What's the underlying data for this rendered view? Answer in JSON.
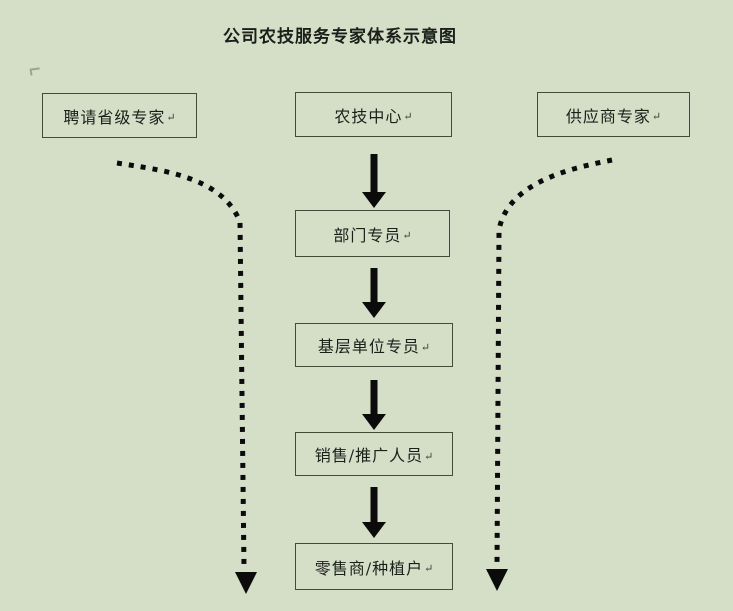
{
  "title": "公司农技服务专家体系示意图",
  "return_mark": "↵",
  "colors": {
    "background": "#d5dfc8",
    "box_border": "#434a3e",
    "text": "#1c1e1a",
    "arrow": "#0b0b0b"
  },
  "boxes": {
    "left_expert": {
      "label": "聘请省级专家"
    },
    "right_expert": {
      "label": "供应商专家"
    },
    "flow": [
      {
        "label": "农技中心"
      },
      {
        "label": "部门专员"
      },
      {
        "label": "基层单位专员"
      },
      {
        "label": "销售/推广人员"
      },
      {
        "label": "零售商/种植户"
      }
    ]
  }
}
